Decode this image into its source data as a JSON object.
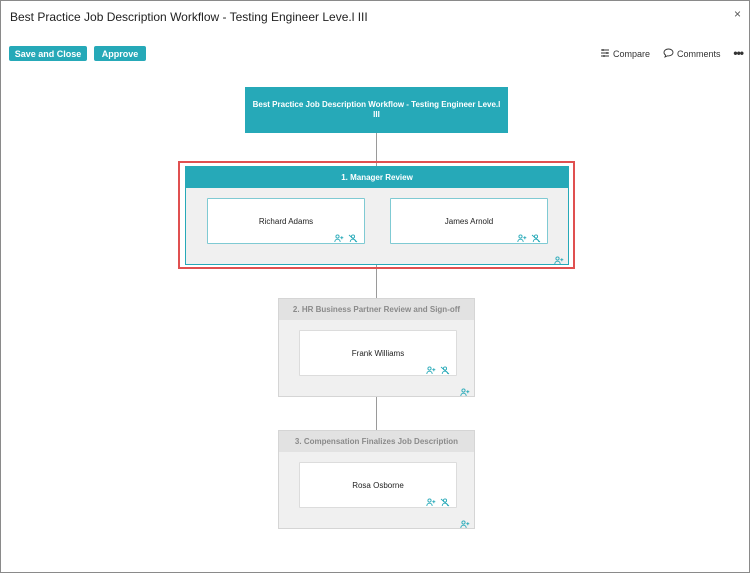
{
  "dialog": {
    "title": "Best Practice Job Description Workflow - Testing Engineer Leve.l III",
    "close_glyph": "×"
  },
  "toolbar": {
    "save_label": "Save and Close",
    "approve_label": "Approve",
    "compare_label": "Compare",
    "comments_label": "Comments",
    "more_glyph": "•••"
  },
  "workflow": {
    "root_title": "Best Practice Job Description Workflow - Testing Engineer Leve.l III",
    "stages": [
      {
        "title": "1. Manager Review",
        "state": "active",
        "highlighted": true,
        "assignees": [
          "Richard Adams",
          "James Arnold"
        ]
      },
      {
        "title": "2. HR Business Partner Review and Sign-off",
        "state": "inactive",
        "assignees": [
          "Frank Williams"
        ]
      },
      {
        "title": "3. Compensation Finalizes Job Description",
        "state": "inactive",
        "assignees": [
          "Rosa Osborne"
        ]
      }
    ]
  },
  "colors": {
    "accent": "#26a9b8",
    "highlight": "#e05050",
    "inactive_text": "#8a8a8a"
  },
  "icons": [
    "close-icon",
    "compare-icon",
    "comment-icon",
    "more-icon",
    "add-user-icon",
    "remove-user-icon"
  ]
}
